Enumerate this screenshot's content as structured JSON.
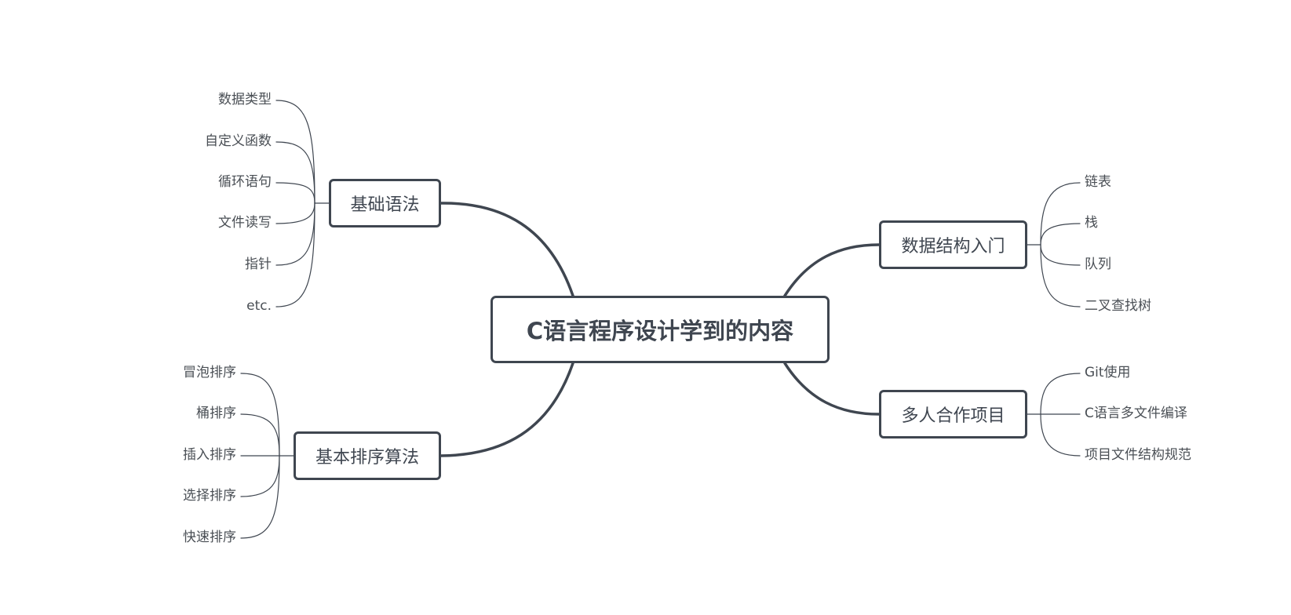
{
  "center": {
    "title": "C语言程序设计学到的内容"
  },
  "topics": {
    "basic_syntax": {
      "label": "基础语法",
      "children": [
        "数据类型",
        "自定义函数",
        "循环语句",
        "文件读写",
        "指针",
        "etc."
      ]
    },
    "sorting": {
      "label": "基本排序算法",
      "children": [
        "冒泡排序",
        "桶排序",
        "插入排序",
        "选择排序",
        "快速排序"
      ]
    },
    "data_structures": {
      "label": "数据结构入门",
      "children": [
        "链表",
        "栈",
        "队列",
        "二叉查找树"
      ]
    },
    "teamwork": {
      "label": "多人合作项目",
      "children": [
        "Git使用",
        "C语言多文件编译",
        "项目文件结构规范"
      ]
    }
  },
  "colors": {
    "stroke": "#3f4650",
    "text": "#4a4f55",
    "background": "#ffffff"
  }
}
